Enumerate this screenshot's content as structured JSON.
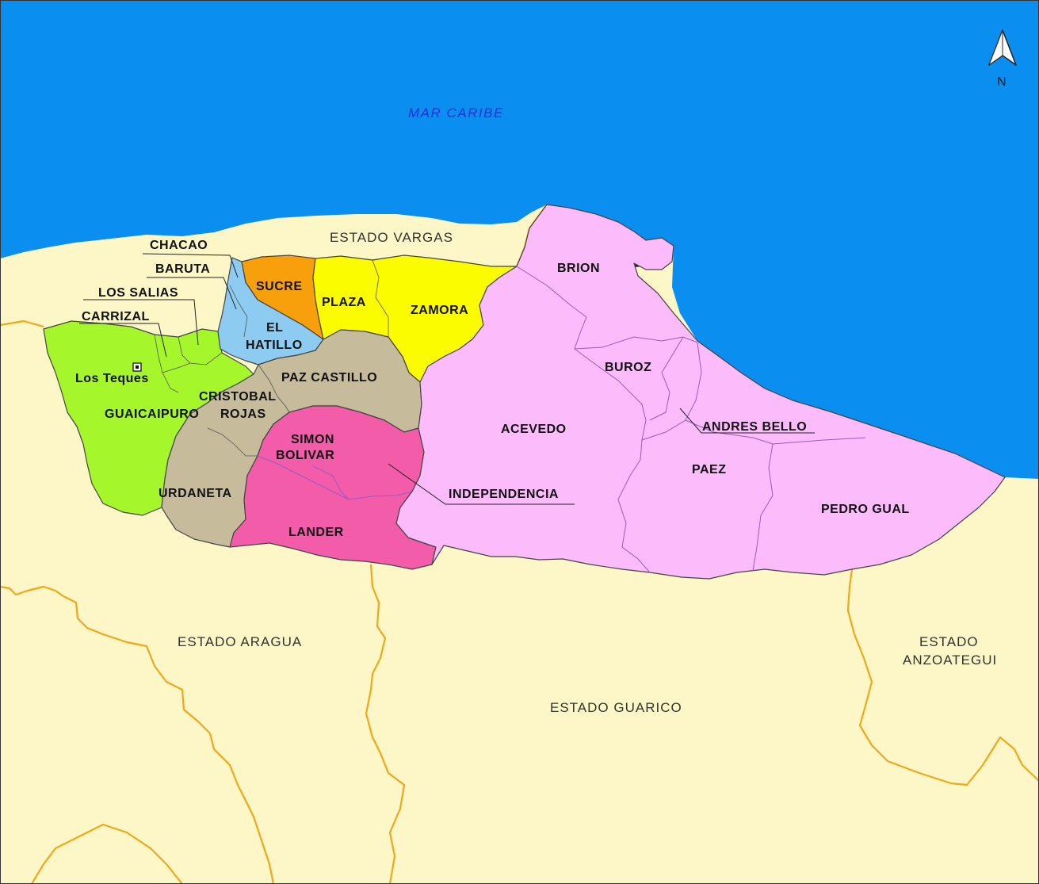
{
  "colors": {
    "sea": "#0a8ef0",
    "land": "#fdf6c6",
    "state_border": "#f0a818",
    "lime": "#a6f62c",
    "light_blue": "#8ecbf0",
    "orange": "#f8a00c",
    "yellow": "#fcfc00",
    "tan": "#c6bc9c",
    "magenta": "#f25ca8",
    "pink": "#fcbcfc"
  },
  "compass": {
    "letter": "N",
    "icon": "north-arrow-icon"
  },
  "sea_label": "MAR CARIBE",
  "states": {
    "vargas": "ESTADO VARGAS",
    "aragua": "ESTADO ARAGUA",
    "guarico": "ESTADO GUARICO",
    "anzoategui_line1": "ESTADO",
    "anzoategui_line2": "ANZOATEGUI"
  },
  "capital": {
    "label": "Los Teques",
    "icon": "capital-marker-icon"
  },
  "municipalities": {
    "chacao": "CHACAO",
    "baruta": "BARUTA",
    "los_salias": "LOS SALIAS",
    "carrizal": "CARRIZAL",
    "guaicaipuro": "GUAICAIPURO",
    "sucre": "SUCRE",
    "el_hatillo_line1": "EL",
    "el_hatillo_line2": "HATILLO",
    "plaza": "PLAZA",
    "zamora": "ZAMORA",
    "paz_castillo": "PAZ CASTILLO",
    "cristobal_rojas_line1": "CRISTOBAL",
    "cristobal_rojas_line2": "ROJAS",
    "urdaneta": "URDANETA",
    "simon_bolivar_line1": "SIMON",
    "simon_bolivar_line2": "BOLIVAR",
    "lander": "LANDER",
    "independencia": "INDEPENDENCIA",
    "brion": "BRION",
    "buroz": "BUROZ",
    "acevedo": "ACEVEDO",
    "andres_bello": "ANDRES BELLO",
    "paez": "PAEZ",
    "pedro_gual": "PEDRO GUAL"
  }
}
